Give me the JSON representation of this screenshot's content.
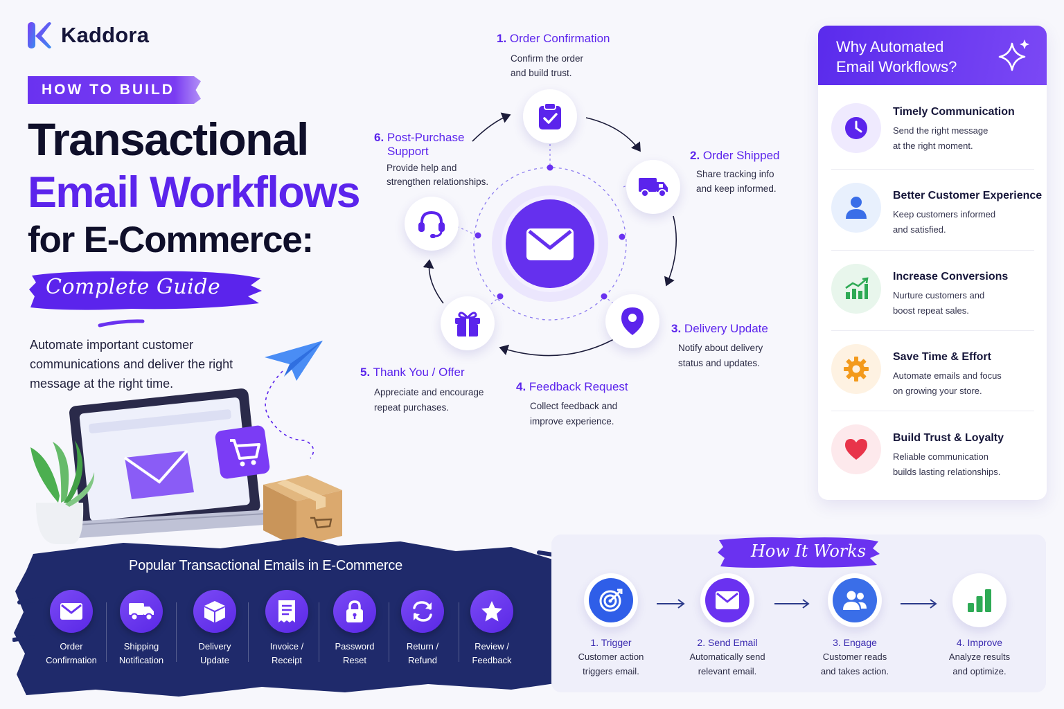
{
  "brand": {
    "name": "Kaddora"
  },
  "hero": {
    "kicker": "HOW TO BUILD",
    "title_line1": "Transactional",
    "title_line2": "Email Workflows",
    "title_line3": "for E-Commerce:",
    "guide": "Complete Guide",
    "tagline": "Automate important customer communications and deliver the right message at the right time."
  },
  "workflow": {
    "steps": [
      {
        "number": "1.",
        "title": "Order Confirmation",
        "desc1": "Confirm the order",
        "desc2": "and build trust.",
        "icon": "clipboard-check-icon"
      },
      {
        "number": "2.",
        "title": "Order Shipped",
        "desc1": "Share tracking info",
        "desc2": "and keep informed.",
        "icon": "truck-icon"
      },
      {
        "number": "3.",
        "title": "Delivery Update",
        "desc1": "Notify about delivery",
        "desc2": "status and updates.",
        "icon": "location-pin-icon"
      },
      {
        "number": "4.",
        "title": "Feedback Request",
        "desc1": "Collect feedback and",
        "desc2": "improve experience.",
        "icon": "chat-icon"
      },
      {
        "number": "5.",
        "title": "Thank You / Offer",
        "desc1": "Appreciate and encourage",
        "desc2": "repeat purchases.",
        "icon": "gift-icon"
      },
      {
        "number": "6.",
        "title_line1": "Post-Purchase",
        "title_line2": "Support",
        "desc1": "Provide help and",
        "desc2": "strengthen relationships.",
        "icon": "headset-icon"
      }
    ],
    "center_icon": "envelope-icon"
  },
  "benefits": {
    "heading_line1": "Why Automated",
    "heading_line2": "Email Workflows?",
    "items": [
      {
        "title": "Timely Communication",
        "desc1": "Send the right message",
        "desc2": "at the right moment.",
        "icon": "clock-icon",
        "color": "#5b24ec"
      },
      {
        "title": "Better Customer Experience",
        "desc1": "Keep customers informed",
        "desc2": "and satisfied.",
        "icon": "user-icon",
        "color": "#3a6ee8"
      },
      {
        "title": "Increase Conversions",
        "desc1": "Nurture customers and",
        "desc2": "boost repeat sales.",
        "icon": "growth-chart-icon",
        "color": "#2eaa55"
      },
      {
        "title": "Save Time & Effort",
        "desc1": "Automate emails and focus",
        "desc2": "on growing your store.",
        "icon": "gear-icon",
        "color": "#f39a1c"
      },
      {
        "title": "Build Trust & Loyalty",
        "desc1": "Reliable communication",
        "desc2": "builds lasting relationships.",
        "icon": "heart-icon",
        "color": "#e8344a"
      }
    ]
  },
  "popular": {
    "title": "Popular Transactional Emails in E-Commerce",
    "items": [
      {
        "line1": "Order",
        "line2": "Confirmation",
        "icon": "envelope-icon"
      },
      {
        "line1": "Shipping",
        "line2": "Notification",
        "icon": "truck-icon"
      },
      {
        "line1": "Delivery",
        "line2": "Update",
        "icon": "package-icon"
      },
      {
        "line1": "Invoice /",
        "line2": "Receipt",
        "icon": "receipt-icon"
      },
      {
        "line1": "Password",
        "line2": "Reset",
        "icon": "lock-icon"
      },
      {
        "line1": "Return /",
        "line2": "Refund",
        "icon": "refresh-icon"
      },
      {
        "line1": "Review /",
        "line2": "Feedback",
        "icon": "star-icon"
      }
    ]
  },
  "how_it_works": {
    "title": "How It Works",
    "steps": [
      {
        "title": "1. Trigger",
        "desc1": "Customer action",
        "desc2": "triggers email.",
        "icon": "target-icon",
        "color": "#2f5ee8"
      },
      {
        "title": "2. Send Email",
        "desc1": "Automatically send",
        "desc2": "relevant email.",
        "icon": "envelope-icon",
        "color": "#5b24ec"
      },
      {
        "title": "3. Engage",
        "desc1": "Customer reads",
        "desc2": "and takes action.",
        "icon": "users-icon",
        "color": "#3a6ee8"
      },
      {
        "title": "4. Improve",
        "desc1": "Analyze results",
        "desc2": "and optimize.",
        "icon": "bar-chart-icon",
        "color": "#2eaa55"
      }
    ]
  }
}
